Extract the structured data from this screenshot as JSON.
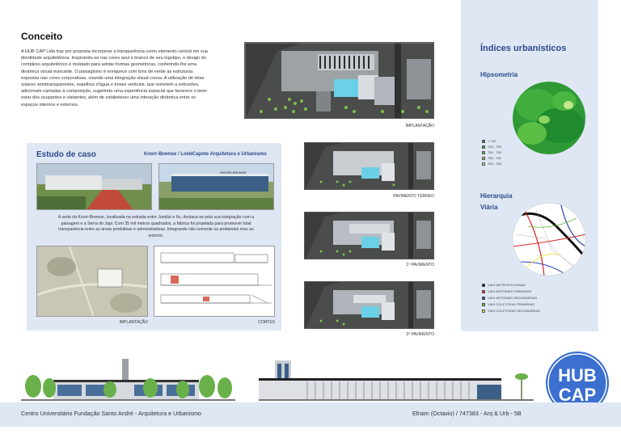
{
  "concept": {
    "title": "Conceito",
    "text": "A HUB CAP Ltda traz por proposta incorporar a transparência como elemento central em sua identidade arquitetônica. Inspirando-se nas cores azul e branco de seu logotipo, o design do complexo arquitetônico é moldado para adotar formas geométricas, conferindo-lhe uma dinâmica visual marcante. O paisagismo é enriquece com tons de verde as estruturas expostas nas cores corporativas, criando uma integração visual coesa. A utilização de telas solares semitransparentes, espelhos d'água e brises verticais, que remetem a extrusões, adicionam camadas à composição, sugerindo uma experiência espacial que favorece o bem-estar dos ocupantes e visitantes, além de estabelecer uma interação dinâmica entre os espaços internos e externos."
  },
  "plans": {
    "implantacao": "IMPLANTAÇÃO",
    "terreo": "PAVIMENTO TÉRREO",
    "primeiro": "1º PAVIMENTO",
    "segundo": "2º PAVIMENTO"
  },
  "indices": {
    "title": "Índices urbanísticos",
    "hipsometria": "Hipsometria",
    "hipso_legend": [
      {
        "label": "< 740",
        "color": "#1f8a2e"
      },
      {
        "label": "740 - 750",
        "color": "#3aa63a"
      },
      {
        "label": "750 - 755",
        "color": "#5cbf45"
      },
      {
        "label": "755 - 760",
        "color": "#8fd360"
      },
      {
        "label": "760 - 765",
        "color": "#c4e88a"
      }
    ],
    "hierarquia": "Hierarquia Viária",
    "vias_legend": [
      {
        "label": "VIAS METROPOLITANAS",
        "color": "#111111"
      },
      {
        "label": "VIAS ARTERIAIS PRIMÁRIAS",
        "color": "#d62020"
      },
      {
        "label": "VIAS ARTERIAIS SECUNDÁRIAS",
        "color": "#2a3fa8"
      },
      {
        "label": "VIAS COLETORAS PRIMÁRIAS",
        "color": "#6ab84a"
      },
      {
        "label": "VIAS COLETORAS SECUNDÁRIAS",
        "color": "#f2e23a"
      }
    ]
  },
  "case": {
    "title": "Estudo de caso",
    "subtitle": "Knorr-Bremse / LoebCapote Arquitetura e Urbanismo",
    "text": "A sede da Knorr-Bremse, localizada na estrada entre Jundiaí e Itu, destaca-se pela sua integração com a paisagem e a Serra do Japi. Com 35 mil metros quadrados, a fábrica foi projetada para promover total transparência entre as áreas produtivas e administrativas. Integrando não somente os ambientes mas ao entorno.",
    "photo_sign": "KNORR-BREMSE",
    "implantacao_label": "IMPLANTAÇÃO",
    "cortes_label": "CORTES"
  },
  "footer": {
    "left": "Centro Universitário Fundação Santo André - Arquitetura e Urbanismo",
    "right": "Efraim (Octavio) / 747383 - Arq & Urb - 5B"
  },
  "logo": {
    "line1": "HUB",
    "line2": "CAP",
    "color": "#3b6fd0"
  }
}
